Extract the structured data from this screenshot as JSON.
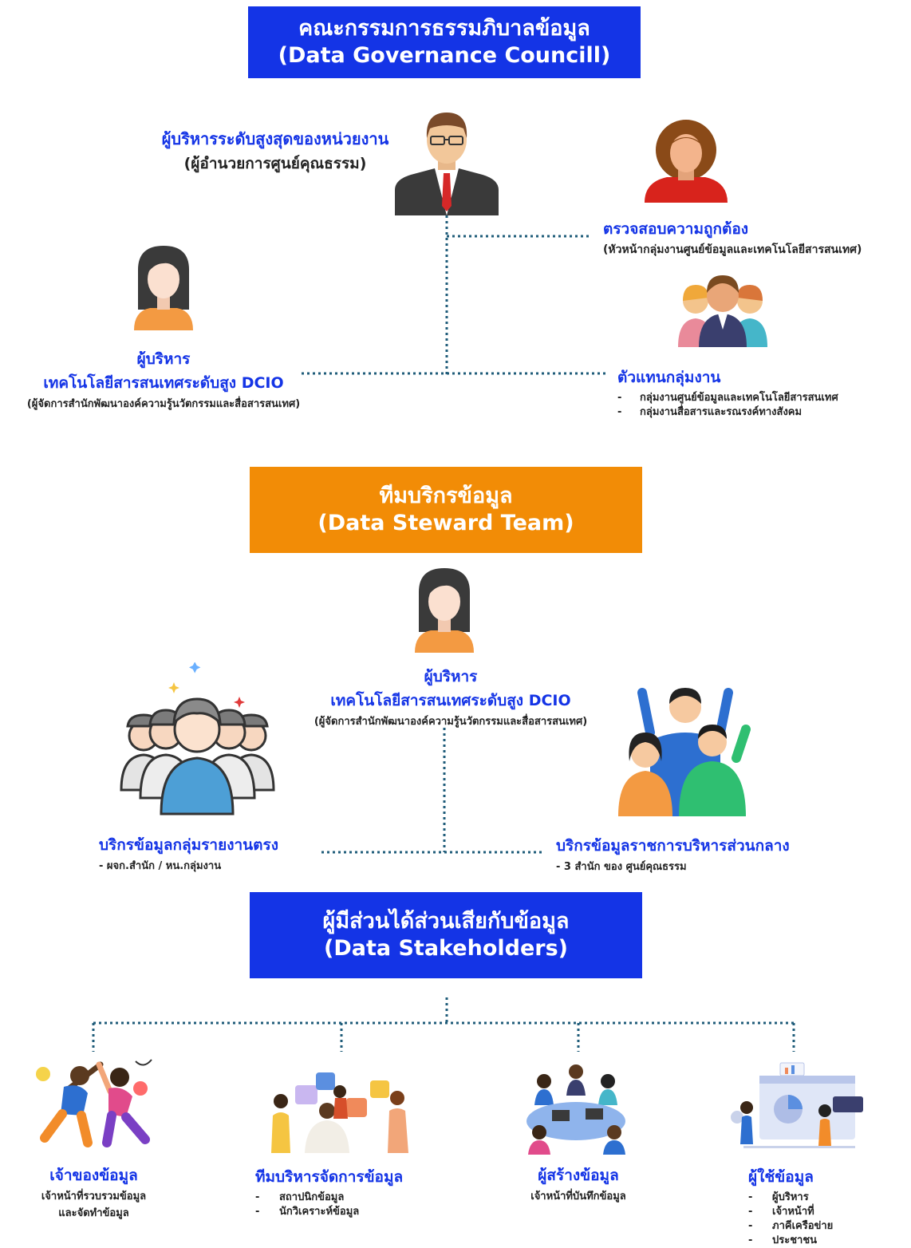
{
  "council": {
    "title_th": "คณะกรรมการธรรมภิบาลข้อมูล",
    "title_en": "(Data Governance Councill)",
    "head": {
      "name": "ผู้บริหารระดับสูงสุดของหน่วยงาน",
      "sub": "(ผู้อำนวยการศูนย์คุณธรรม)"
    },
    "checker": {
      "name": "ตรวจสอบความถูกต้อง",
      "sub": "(หัวหน้ากลุ่มงานศูนย์ข้อมูลและเทคโนโลยีสารสนเทศ)"
    },
    "dcio": {
      "line1": "ผู้บริหาร",
      "line2": "เทคโนโลยีสารสนเทศระดับสูง DCIO",
      "sub": "(ผู้จัดการสำนักพัฒนาองค์ความรู้นวัตกรรมและสื่อสารสนเทศ)"
    },
    "reps": {
      "name": "ตัวแทนกลุ่มงาน",
      "items": [
        "กลุ่มงานศูนย์ข้อมูลและเทคโนโลยีสารสนเทศ",
        "กลุ่มงานสื่อสารและรณรงค์ทางสังคม"
      ]
    }
  },
  "steward": {
    "title_th": "ทีมบริกรข้อมูล",
    "title_en": "(Data Steward Team)",
    "dcio": {
      "line1": "ผู้บริหาร",
      "line2": "เทคโนโลยีสารสนเทศระดับสูง DCIO",
      "sub": "(ผู้จัดการสำนักพัฒนาองค์ความรู้นวัตกรรมและสื่อสารสนเทศ)"
    },
    "left": {
      "name": "บริกรข้อมูลกลุ่มรายงานตรง",
      "sub": "- ผจก.สำนัก / หน.กลุ่มงาน"
    },
    "right": {
      "name": "บริกรข้อมูลราชการบริหารส่วนกลาง",
      "sub": "- 3 สำนัก ของ ศูนย์คุณธรรม"
    }
  },
  "stakeholders": {
    "title_th": "ผู้มีส่วนได้ส่วนเสียกับข้อมูล",
    "title_en": "(Data Stakeholders)",
    "owner": {
      "name": "เจ้าของข้อมูล",
      "sub1": "เจ้าหน้าที่รวบรวมข้อมูล",
      "sub2": "และจัดทำข้อมูล"
    },
    "mgmt": {
      "name": "ทีมบริหารจัดการข้อมูล",
      "items": [
        "สถาปนิกข้อมูล",
        "นักวิเคราะห์ข้อมูล"
      ]
    },
    "creator": {
      "name": "ผู้สร้างข้อมูล",
      "sub": "เจ้าหน้าที่บันทึกข้อมูล"
    },
    "user": {
      "name": "ผู้ใช้ข้อมูล",
      "items": [
        "ผู้บริหาร",
        "เจ้าหน้าที่",
        "ภาคีเครือข่าย",
        "ประชาชน"
      ]
    }
  },
  "colors": {
    "blue": "#1434e6",
    "orange": "#f28c06",
    "line": "#1f5c7a"
  }
}
